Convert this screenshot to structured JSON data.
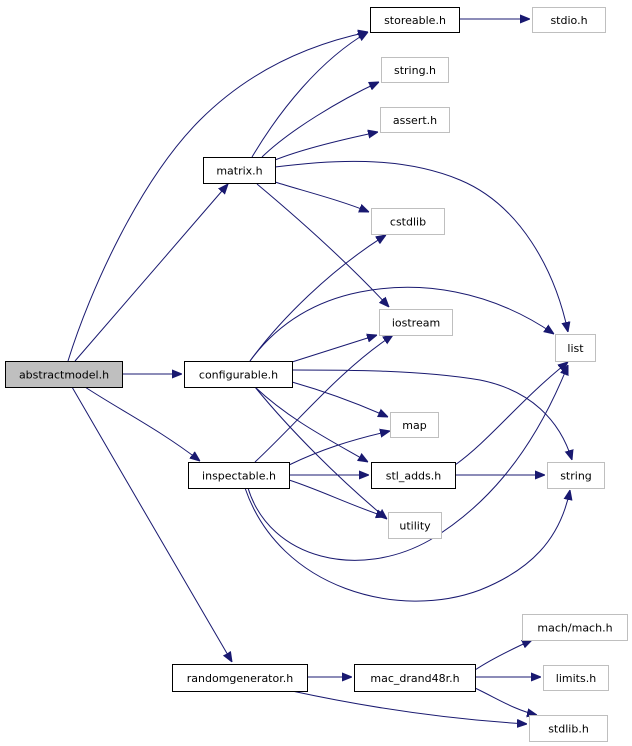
{
  "diagram": {
    "type": "include-dependency-graph",
    "colors": {
      "edge": "#191970",
      "focus_fill": "#bfbfbf",
      "local_header_border": "#000000",
      "system_header_border": "#bfbfbf",
      "background": "#ffffff"
    },
    "nodes": [
      {
        "id": "abstractmodel_h",
        "label": "abstractmodel.h",
        "kind": "focus"
      },
      {
        "id": "matrix_h",
        "label": "matrix.h",
        "kind": "local"
      },
      {
        "id": "configurable_h",
        "label": "configurable.h",
        "kind": "local"
      },
      {
        "id": "inspectable_h",
        "label": "inspectable.h",
        "kind": "local"
      },
      {
        "id": "randomgenerator_h",
        "label": "randomgenerator.h",
        "kind": "local"
      },
      {
        "id": "storeable_h",
        "label": "storeable.h",
        "kind": "local"
      },
      {
        "id": "stl_adds_h",
        "label": "stl_adds.h",
        "kind": "local"
      },
      {
        "id": "mac_drand48r_h",
        "label": "mac_drand48r.h",
        "kind": "local"
      },
      {
        "id": "stdio_h",
        "label": "stdio.h",
        "kind": "system"
      },
      {
        "id": "string_h",
        "label": "string.h",
        "kind": "system"
      },
      {
        "id": "assert_h",
        "label": "assert.h",
        "kind": "system"
      },
      {
        "id": "cstdlib",
        "label": "cstdlib",
        "kind": "system"
      },
      {
        "id": "iostream",
        "label": "iostream",
        "kind": "system"
      },
      {
        "id": "list",
        "label": "list",
        "kind": "system"
      },
      {
        "id": "map",
        "label": "map",
        "kind": "system"
      },
      {
        "id": "string",
        "label": "string",
        "kind": "system"
      },
      {
        "id": "utility",
        "label": "utility",
        "kind": "system"
      },
      {
        "id": "mach_mach_h",
        "label": "mach/mach.h",
        "kind": "system"
      },
      {
        "id": "limits_h",
        "label": "limits.h",
        "kind": "system"
      },
      {
        "id": "stdlib_h",
        "label": "stdlib.h",
        "kind": "system"
      }
    ],
    "edges": [
      {
        "from": "abstractmodel_h",
        "to": "storeable_h"
      },
      {
        "from": "abstractmodel_h",
        "to": "matrix_h"
      },
      {
        "from": "abstractmodel_h",
        "to": "configurable_h"
      },
      {
        "from": "abstractmodel_h",
        "to": "inspectable_h"
      },
      {
        "from": "abstractmodel_h",
        "to": "randomgenerator_h"
      },
      {
        "from": "storeable_h",
        "to": "stdio_h"
      },
      {
        "from": "matrix_h",
        "to": "storeable_h"
      },
      {
        "from": "matrix_h",
        "to": "string_h"
      },
      {
        "from": "matrix_h",
        "to": "assert_h"
      },
      {
        "from": "matrix_h",
        "to": "cstdlib"
      },
      {
        "from": "matrix_h",
        "to": "list"
      },
      {
        "from": "matrix_h",
        "to": "iostream"
      },
      {
        "from": "configurable_h",
        "to": "cstdlib"
      },
      {
        "from": "configurable_h",
        "to": "list"
      },
      {
        "from": "configurable_h",
        "to": "iostream"
      },
      {
        "from": "configurable_h",
        "to": "string"
      },
      {
        "from": "configurable_h",
        "to": "map"
      },
      {
        "from": "configurable_h",
        "to": "stl_adds_h"
      },
      {
        "from": "configurable_h",
        "to": "utility"
      },
      {
        "from": "inspectable_h",
        "to": "iostream"
      },
      {
        "from": "inspectable_h",
        "to": "map"
      },
      {
        "from": "inspectable_h",
        "to": "stl_adds_h"
      },
      {
        "from": "inspectable_h",
        "to": "utility"
      },
      {
        "from": "inspectable_h",
        "to": "list"
      },
      {
        "from": "inspectable_h",
        "to": "string"
      },
      {
        "from": "stl_adds_h",
        "to": "list"
      },
      {
        "from": "stl_adds_h",
        "to": "string"
      },
      {
        "from": "randomgenerator_h",
        "to": "mac_drand48r_h"
      },
      {
        "from": "randomgenerator_h",
        "to": "stdlib_h"
      },
      {
        "from": "mac_drand48r_h",
        "to": "mach_mach_h"
      },
      {
        "from": "mac_drand48r_h",
        "to": "limits_h"
      },
      {
        "from": "mac_drand48r_h",
        "to": "stdlib_h"
      }
    ]
  }
}
